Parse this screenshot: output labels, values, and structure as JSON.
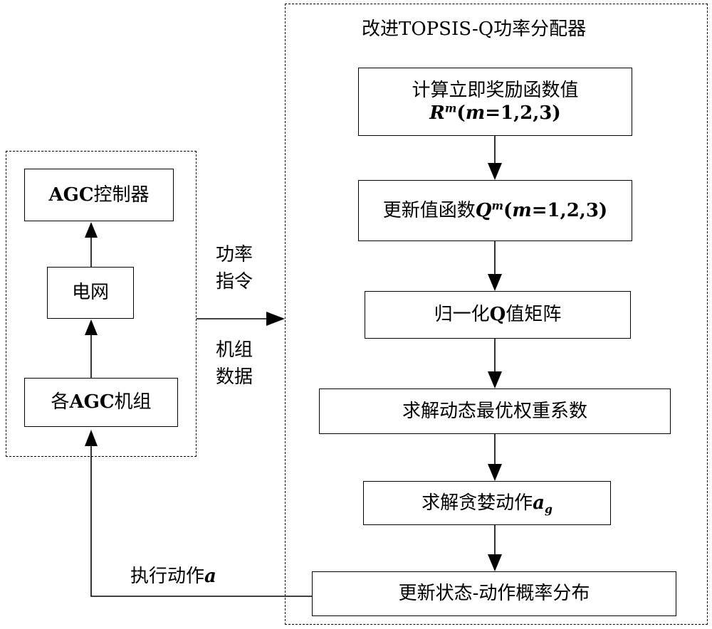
{
  "allocator": {
    "title": "改进TOPSIS-Q功率分配器",
    "steps": [
      {
        "line1": "计算立即奖励函数值",
        "sym": "R",
        "sup": "m",
        "open": "(",
        "var": "m",
        "rest": "=1,2,3)"
      },
      {
        "text": "更新值函数",
        "sym": "Q",
        "sup": "m",
        "open": "(",
        "var": "m",
        "rest": "=1,2,3)"
      },
      {
        "pre": "归一化",
        "bold": "Q",
        "post": "值矩阵"
      },
      {
        "text": "求解动态最优权重系数"
      },
      {
        "text": "求解贪婪动作",
        "sym": "a",
        "sub": "g"
      },
      {
        "text": "更新状态-动作概率分布"
      }
    ]
  },
  "grid_group": {
    "controller": {
      "bold": "AGC",
      "post": "控制器"
    },
    "grid": {
      "text": "电网"
    },
    "units": {
      "pre": "各",
      "bold": "AGC",
      "post": "机组"
    }
  },
  "links": {
    "power_cmd": [
      "功率",
      "指令"
    ],
    "unit_data": [
      "机组",
      "数据"
    ],
    "execute": {
      "text": "执行动作",
      "sym": "a"
    }
  }
}
